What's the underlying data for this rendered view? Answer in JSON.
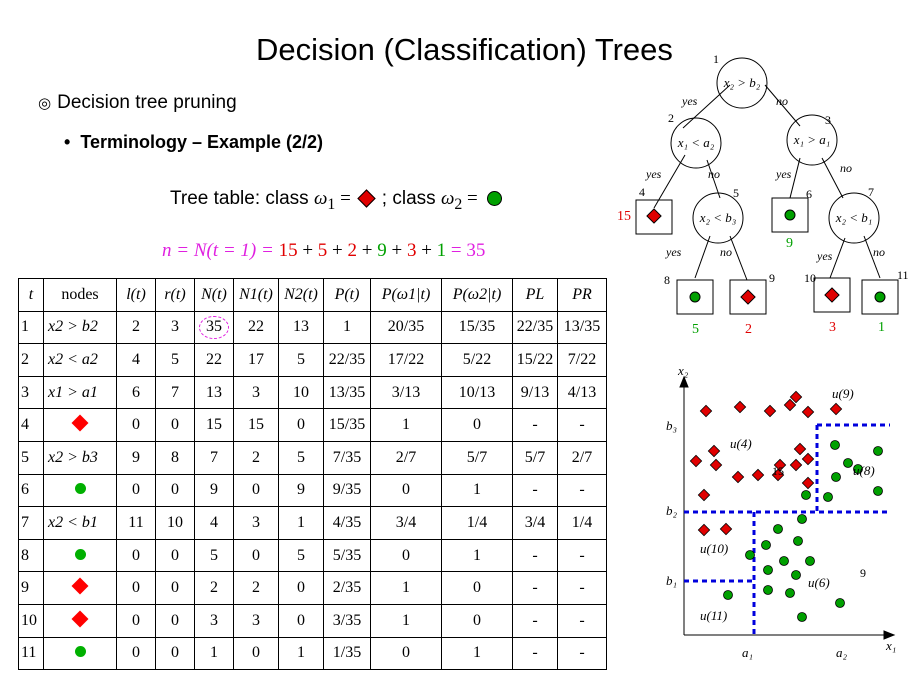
{
  "title": "Decision (Classification) Trees",
  "bullets": {
    "level1": "Decision tree pruning",
    "level2": "Terminology – Example (2/2)"
  },
  "tree_table_line": {
    "prefix": "Tree table:  class ",
    "class1_symbol": "ω",
    "class1_sub": "1",
    "equals": " = ",
    "separator": " ;   class ",
    "class2_symbol": "ω",
    "class2_sub": "2",
    "equals2": " = "
  },
  "n_equation": {
    "lhs": "n = N(t = 1) = ",
    "terms": [
      "15",
      "5",
      "2",
      "9",
      "3",
      "1"
    ],
    "term_colors": [
      "#e00000",
      "#e00000",
      "#e00000",
      "#00a000",
      "#e00000",
      "#00a000"
    ],
    "plus": " + ",
    "result_prefix": " = ",
    "result": "35"
  },
  "table": {
    "headers": [
      "t",
      "nodes",
      "l(t)",
      "r(t)",
      "N(t)",
      "N1(t)",
      "N2(t)",
      "P(t)",
      "P(ω1|t)",
      "P(ω2|t)",
      "PL",
      "PR"
    ],
    "rows": [
      {
        "t": "1",
        "node": "x2 > b2",
        "l": "2",
        "r": "3",
        "N": "35",
        "N1": "22",
        "N2": "13",
        "P": "1",
        "Pw1": "20/35",
        "Pw2": "15/35",
        "PL": "22/35",
        "PR": "13/35"
      },
      {
        "t": "2",
        "node": "x2 < a2",
        "l": "4",
        "r": "5",
        "N": "22",
        "N1": "17",
        "N2": "5",
        "P": "22/35",
        "Pw1": "17/22",
        "Pw2": "5/22",
        "PL": "15/22",
        "PR": "7/22"
      },
      {
        "t": "3",
        "node": "x1 > a1",
        "l": "6",
        "r": "7",
        "N": "13",
        "N1": "3",
        "N2": "10",
        "P": "13/35",
        "Pw1": "3/13",
        "Pw2": "10/13",
        "PL": "9/13",
        "PR": "4/13"
      },
      {
        "t": "4",
        "node": "diamond",
        "l": "0",
        "r": "0",
        "N": "15",
        "N1": "15",
        "N2": "0",
        "P": "15/35",
        "Pw1": "1",
        "Pw2": "0",
        "PL": "-",
        "PR": "-"
      },
      {
        "t": "5",
        "node": "x2 > b3",
        "l": "9",
        "r": "8",
        "N": "7",
        "N1": "2",
        "N2": "5",
        "P": "7/35",
        "Pw1": "2/7",
        "Pw2": "5/7",
        "PL": "5/7",
        "PR": "2/7"
      },
      {
        "t": "6",
        "node": "dot",
        "l": "0",
        "r": "0",
        "N": "9",
        "N1": "0",
        "N2": "9",
        "P": "9/35",
        "Pw1": "0",
        "Pw2": "1",
        "PL": "-",
        "PR": "-"
      },
      {
        "t": "7",
        "node": "x2 < b1",
        "l": "11",
        "r": "10",
        "N": "4",
        "N1": "3",
        "N2": "1",
        "P": "4/35",
        "Pw1": "3/4",
        "Pw2": "1/4",
        "PL": "3/4",
        "PR": "1/4"
      },
      {
        "t": "8",
        "node": "dot",
        "l": "0",
        "r": "0",
        "N": "5",
        "N1": "0",
        "N2": "5",
        "P": "5/35",
        "Pw1": "0",
        "Pw2": "1",
        "PL": "-",
        "PR": "-"
      },
      {
        "t": "9",
        "node": "diamond",
        "l": "0",
        "r": "0",
        "N": "2",
        "N1": "2",
        "N2": "0",
        "P": "2/35",
        "Pw1": "1",
        "Pw2": "0",
        "PL": "-",
        "PR": "-"
      },
      {
        "t": "10",
        "node": "diamond",
        "l": "0",
        "r": "0",
        "N": "3",
        "N1": "3",
        "N2": "0",
        "P": "3/35",
        "Pw1": "1",
        "Pw2": "0",
        "PL": "-",
        "PR": "-"
      },
      {
        "t": "11",
        "node": "dot",
        "l": "0",
        "r": "0",
        "N": "1",
        "N1": "0",
        "N2": "1",
        "P": "1/35",
        "Pw1": "0",
        "Pw2": "1",
        "PL": "-",
        "PR": "-"
      }
    ]
  },
  "tree": {
    "nodes": [
      {
        "id": "1",
        "label": "x2 > b2"
      },
      {
        "id": "2",
        "label": "x1 < a2"
      },
      {
        "id": "3",
        "label": "x1 > a1"
      },
      {
        "id": "5",
        "label": "x2 < b3"
      },
      {
        "id": "7",
        "label": "x2 < b1"
      }
    ],
    "leaves": [
      {
        "id": "4",
        "class": "diamond",
        "count": "15"
      },
      {
        "id": "6",
        "class": "dot",
        "count": "9"
      },
      {
        "id": "8",
        "class": "dot",
        "count": "5"
      },
      {
        "id": "9",
        "class": "diamond",
        "count": "2"
      },
      {
        "id": "10",
        "class": "diamond",
        "count": "3"
      },
      {
        "id": "11",
        "class": "dot",
        "count": "1"
      }
    ],
    "yes_label": "yes",
    "no_label": "no"
  },
  "scatter": {
    "x_axis_label": "x1",
    "y_axis_label": "x2",
    "x_ticks": [
      "a1",
      "a2"
    ],
    "y_ticks": [
      "b3",
      "b2",
      "b1"
    ],
    "region_labels": [
      "u(9)",
      "u(4)",
      "u(8)",
      "u(10)",
      "u(6)",
      "u(11)"
    ],
    "annotations": [
      "15",
      "9"
    ]
  },
  "colors": {
    "red": "#e00000",
    "green": "#00a000",
    "magenta": "#e020e0",
    "blue": "#0000dd"
  }
}
